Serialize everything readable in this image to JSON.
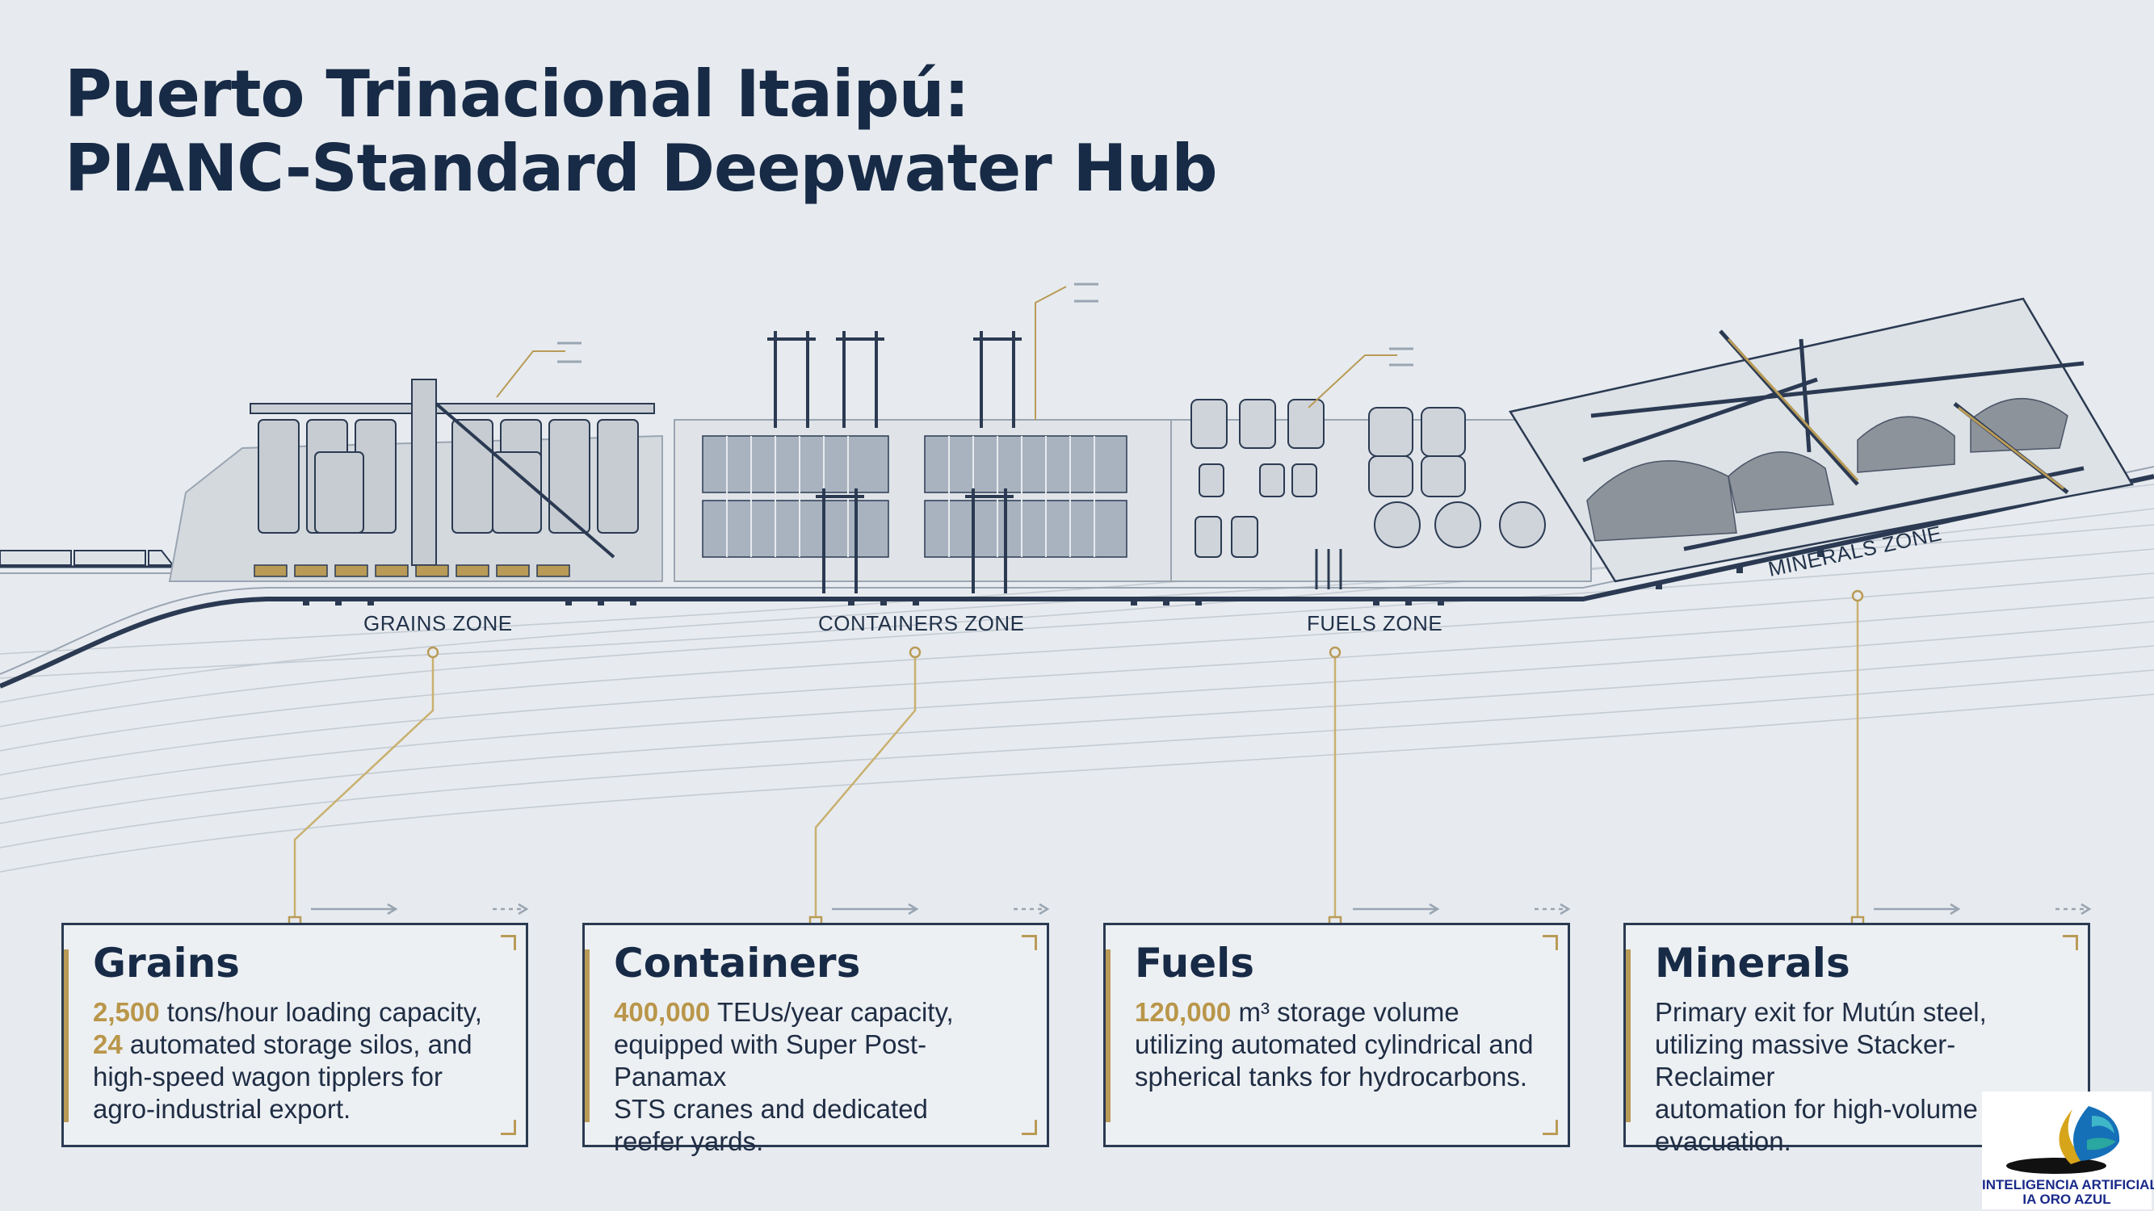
{
  "title": {
    "line1": "Puerto Trinacional Itaipú:",
    "line2": "PIANC-Standard Deepwater Hub"
  },
  "zones": [
    {
      "label": "GRAINS ZONE"
    },
    {
      "label": "CONTAINERS ZONE"
    },
    {
      "label": "FUELS ZONE"
    },
    {
      "label": "MINERALS ZONE"
    }
  ],
  "cards": [
    {
      "title": "Grains",
      "lines": [
        {
          "hl": "2,500",
          "text": " tons/hour loading capacity,"
        },
        {
          "hl": "24",
          "text": " automated storage silos, and"
        },
        {
          "hl": "",
          "text": "high-speed wagon tipplers for"
        },
        {
          "hl": "",
          "text": "agro-industrial export."
        }
      ]
    },
    {
      "title": "Containers",
      "lines": [
        {
          "hl": "400,000",
          "text": " TEUs/year capacity,"
        },
        {
          "hl": "",
          "text": "equipped with Super Post-Panamax"
        },
        {
          "hl": "",
          "text": "STS cranes and dedicated"
        },
        {
          "hl": "",
          "text": "reefer yards."
        }
      ]
    },
    {
      "title": "Fuels",
      "lines": [
        {
          "hl": "120,000",
          "text": " m³ storage volume"
        },
        {
          "hl": "",
          "text": "utilizing automated cylindrical and"
        },
        {
          "hl": "",
          "text": "spherical tanks for hydrocarbons."
        }
      ]
    },
    {
      "title": "Minerals",
      "lines": [
        {
          "hl": "",
          "text": "Primary exit for Mutún steel,"
        },
        {
          "hl": "",
          "text": "utilizing massive Stacker-Reclaimer"
        },
        {
          "hl": "",
          "text": "automation for high-volume bulk"
        },
        {
          "hl": "",
          "text": "evacuation."
        }
      ]
    }
  ],
  "logo": {
    "line1": "INTELIGENCIA ARTIFICIAL",
    "line2": "IA ORO AZUL"
  },
  "colors": {
    "background": "#e7ebef",
    "ink": "#172a46",
    "accent_gold": "#b9964a",
    "outline": "#2b3a52"
  },
  "icons": [
    "grain-silo-icon",
    "gantry-crane-icon",
    "fuel-tank-icon",
    "stacker-reclaimer-icon",
    "train-icon",
    "oro-azul-logo-icon"
  ]
}
